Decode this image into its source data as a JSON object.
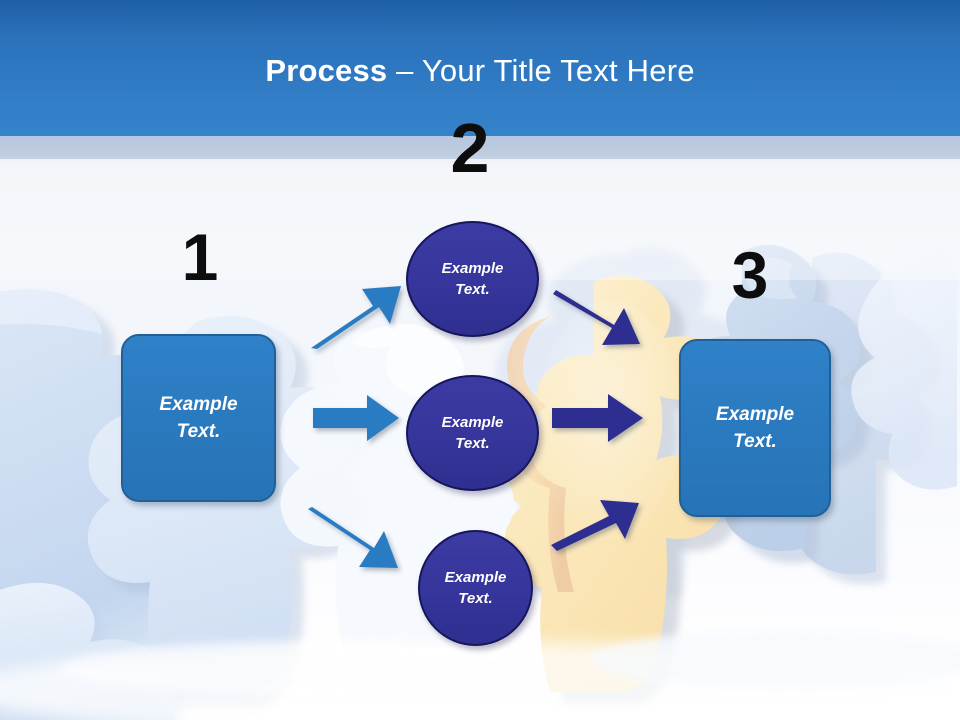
{
  "slide": {
    "title_bold": "Process",
    "title_regular": " – Your Title Text Here",
    "title_full": "Process – Your Title Text Here"
  },
  "theme": {
    "header_blue": "#2e79c2",
    "header_strip": "#bccade",
    "box_blue": "#2a79be",
    "box_border": "#1f6096",
    "circle_navy": "#35359b",
    "circle_border": "#16165c",
    "arrow_blue": "#2b7cc2",
    "arrow_navy": "#2f2f90",
    "number_black": "#0d0d0d",
    "background_light": "#f2f5fa",
    "puzzle_blue": "#cddcf0",
    "puzzle_yellow": "#fbe7bc",
    "text_white": "#ffffff"
  },
  "steps": [
    {
      "number": "1",
      "name": "step-one"
    },
    {
      "number": "2",
      "name": "step-two"
    },
    {
      "number": "3",
      "name": "step-three"
    }
  ],
  "boxes": {
    "left": {
      "line1": "Example",
      "line2": "Text."
    },
    "right": {
      "line1": "Example",
      "line2": "Text."
    }
  },
  "circles": [
    {
      "line1": "Example",
      "line2": "Text."
    },
    {
      "line1": "Example",
      "line2": "Text."
    },
    {
      "line1": "Example",
      "line2": "Text."
    }
  ],
  "arrows": [
    {
      "name": "arrow-left-to-circle-top",
      "color": "#2b7cc2",
      "direction": "up-right"
    },
    {
      "name": "arrow-left-to-circle-middle",
      "color": "#2b7cc2",
      "direction": "right"
    },
    {
      "name": "arrow-left-to-circle-bottom",
      "color": "#2b7cc2",
      "direction": "down-right"
    },
    {
      "name": "arrow-circle-top-to-right",
      "color": "#2f2f90",
      "direction": "down-right"
    },
    {
      "name": "arrow-circle-middle-to-right",
      "color": "#2f2f90",
      "direction": "right"
    },
    {
      "name": "arrow-circle-bottom-to-right",
      "color": "#2f2f90",
      "direction": "up-right"
    }
  ],
  "background": {
    "description": "jigsaw puzzle pieces",
    "pieces": [
      {
        "name": "puzzle-piece-left-blue",
        "color": "#cfdcf0"
      },
      {
        "name": "puzzle-piece-center-yellow",
        "color": "#fbe7bc"
      },
      {
        "name": "puzzle-piece-right-person",
        "color": "#ccdaee"
      }
    ]
  }
}
